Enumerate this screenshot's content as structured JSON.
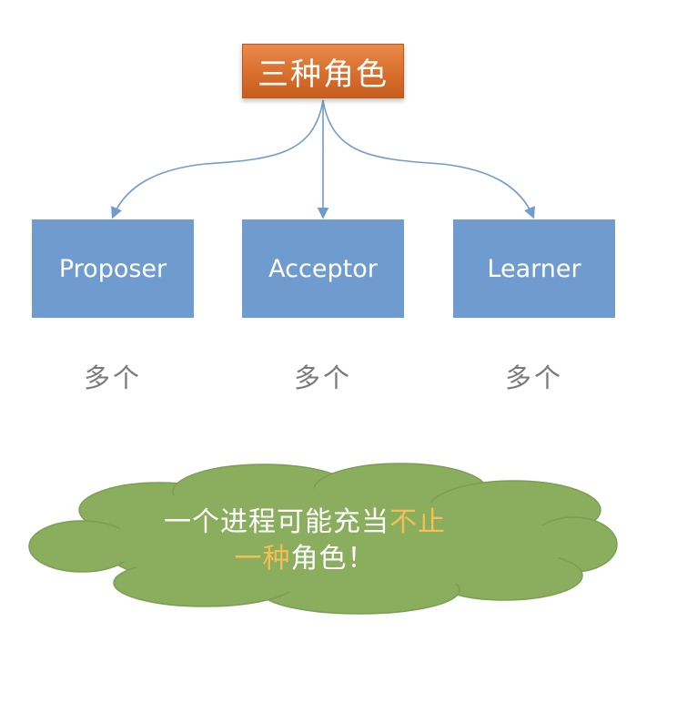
{
  "root": {
    "label": "三种角色"
  },
  "roles": [
    {
      "label": "Proposer",
      "multiplicity": "多个"
    },
    {
      "label": "Acceptor",
      "multiplicity": "多个"
    },
    {
      "label": "Learner",
      "multiplicity": "多个"
    }
  ],
  "note": {
    "line1_normal": "一个进程可能充当",
    "line1_highlight": "不止",
    "line2_highlight": "一种",
    "line2_normal": "角色！"
  },
  "colors": {
    "root_fill": "#d8702f",
    "role_fill": "#6f9bcf",
    "connector": "#6f9bcf",
    "cloud_fill": "#8aad5e",
    "cloud_stroke": "#7c9e52",
    "highlight_text": "#f2c055",
    "multiplicity_text": "#7a7a7a"
  }
}
